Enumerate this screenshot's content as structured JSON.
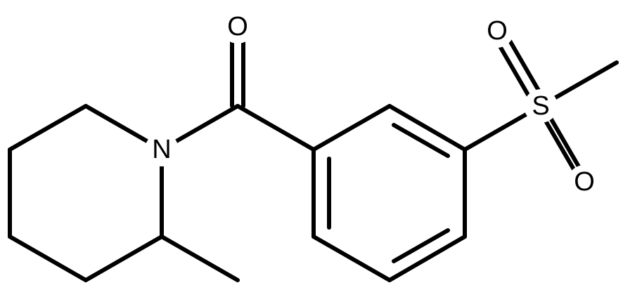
{
  "colors": {
    "background": "#ffffff",
    "ink": "#000000"
  },
  "atom_labels": {
    "piperidine_nitrogen": "N",
    "carbonyl_oxygen": "O",
    "sulfur": "S",
    "sulfonyl_oxygen_upper": "O",
    "sulfonyl_oxygen_lower": "O"
  }
}
